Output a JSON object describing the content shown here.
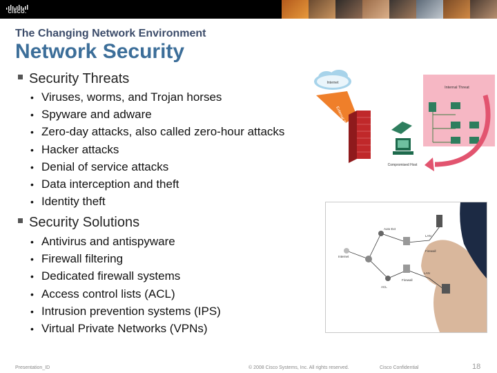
{
  "logo": {
    "text": "CISCO."
  },
  "slide": {
    "subtitle": "The Changing Network Environment",
    "title": "Network Security",
    "threats": {
      "heading": "Security Threats",
      "items": [
        "Viruses, worms, and Trojan horses",
        "Spyware and adware",
        "Zero-day attacks, also called zero-hour attacks",
        "Hacker attacks",
        "Denial of service attacks",
        "Data interception and theft",
        "Identity theft"
      ]
    },
    "solutions": {
      "heading": "Security Solutions",
      "items": [
        "Antivirus and antispyware",
        "Firewall filtering",
        "Dedicated firewall systems",
        "Access control lists (ACL)",
        "Intrusion prevention systems (IPS)",
        "Virtual Private Networks (VPNs)"
      ]
    }
  },
  "diagram1": {
    "internet_label": "Internet",
    "external_threat_label": "External Threat",
    "internal_threat_label": "Internal Threat",
    "compromised_host_label": "Compromised Host"
  },
  "diagram2": {
    "labels": [
      "LAN",
      "Firewall",
      "Internet",
      "Auto Ext",
      "ACL",
      "Firewall",
      "LAN"
    ]
  },
  "footer": {
    "left": "Presentation_ID",
    "center": "© 2008 Cisco Systems, Inc. All rights reserved.",
    "right": "Cisco Confidential",
    "page": "18"
  },
  "colors": {
    "title": "#3c6e99",
    "subtitle": "#3c4c6a",
    "firewall": "#c0282a",
    "internal_box": "#f6b7c4",
    "cloud": "#a7d3ea"
  }
}
